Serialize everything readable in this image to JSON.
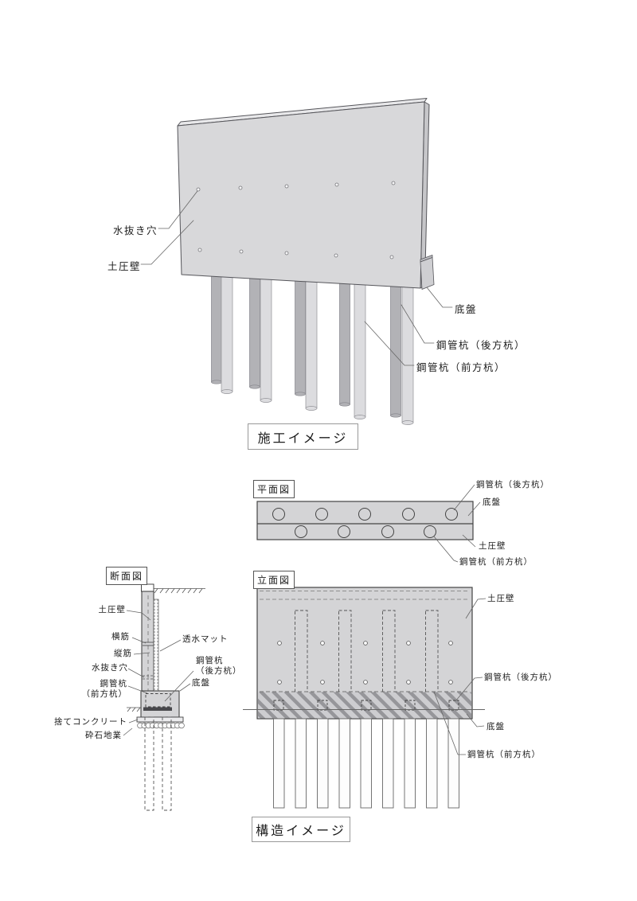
{
  "palette": {
    "background": "#ffffff",
    "concrete": "#d4d4d6",
    "concrete_light": "#e8e8ea",
    "concrete_dark": "#c6c6c9",
    "pile_front": "#dcdcdf",
    "pile_rear": "#b2b2b6",
    "line": "#444448",
    "leader": "#666666",
    "text": "#1c1c1c"
  },
  "construction_view": {
    "caption": "施工イメージ",
    "drain_hole_count": 10,
    "pile_count": 10,
    "labels": {
      "drain_hole": "水抜き穴",
      "earth_pressure_wall": "土圧壁",
      "base_slab": "底盤",
      "steel_pipe_pile_rear": "鋼管杭（後方杭）",
      "steel_pipe_pile_front": "鋼管杭（前方杭）"
    }
  },
  "plan_view": {
    "title": "平面図",
    "rear_pile_count": 5,
    "front_pile_count": 4,
    "labels": {
      "steel_pipe_pile_rear": "鋼管杭（後方杭）",
      "base_slab": "底盤",
      "earth_pressure_wall": "土圧壁",
      "steel_pipe_pile_front": "鋼管杭（前方杭）"
    }
  },
  "section_view": {
    "title": "断面図",
    "labels": {
      "earth_pressure_wall": "土圧壁",
      "horizontal_rebar": "横筋",
      "vertical_rebar": "縦筋",
      "drain_hole": "水抜き穴",
      "steel_pipe_pile_front": "鋼管杭\n（前方杭）",
      "leveling_concrete": "捨てコンクリート",
      "crushed_stone_base": "砕石地業",
      "permeable_mat": "透水マット",
      "steel_pipe_pile_rear": "鋼管杭\n（後方杭）",
      "base_slab": "底盤"
    }
  },
  "elevation_view": {
    "title": "立面図",
    "drain_hole_count": 10,
    "pile_count": 9,
    "labels": {
      "earth_pressure_wall": "土圧壁",
      "steel_pipe_pile_rear": "鋼管杭（後方杭）",
      "base_slab": "底盤",
      "steel_pipe_pile_front": "鋼管杭（前方杭）"
    }
  },
  "structure_caption": "構造イメージ"
}
